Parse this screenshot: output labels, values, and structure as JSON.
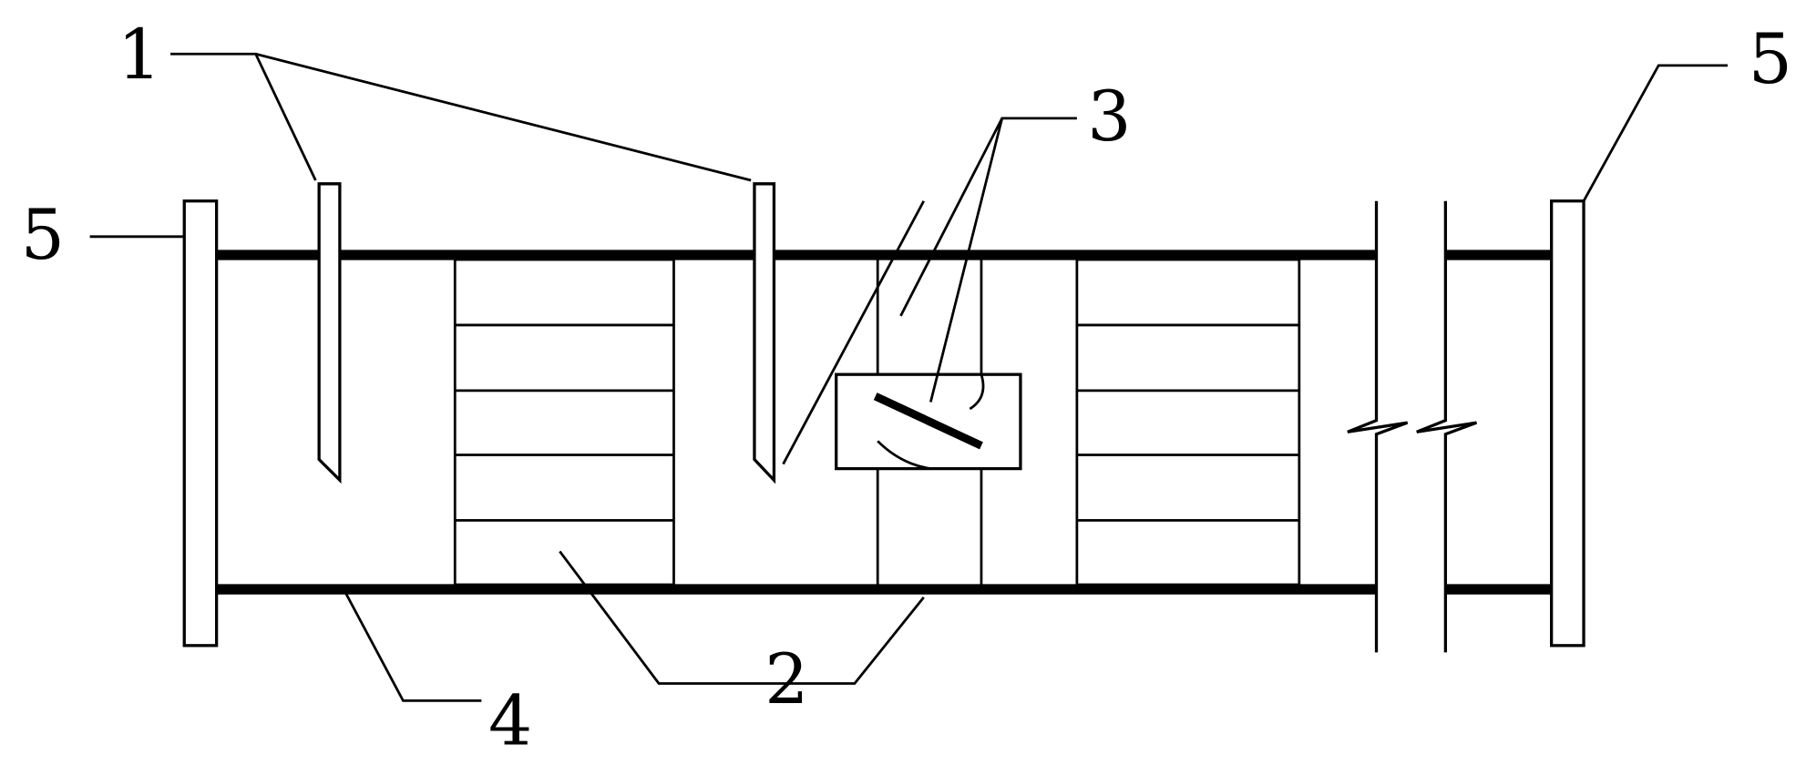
{
  "labels": {
    "probe": "1",
    "straightener": "2",
    "damper": "3",
    "duct_wall": "4",
    "flange_left": "5",
    "flange_right": "5"
  }
}
